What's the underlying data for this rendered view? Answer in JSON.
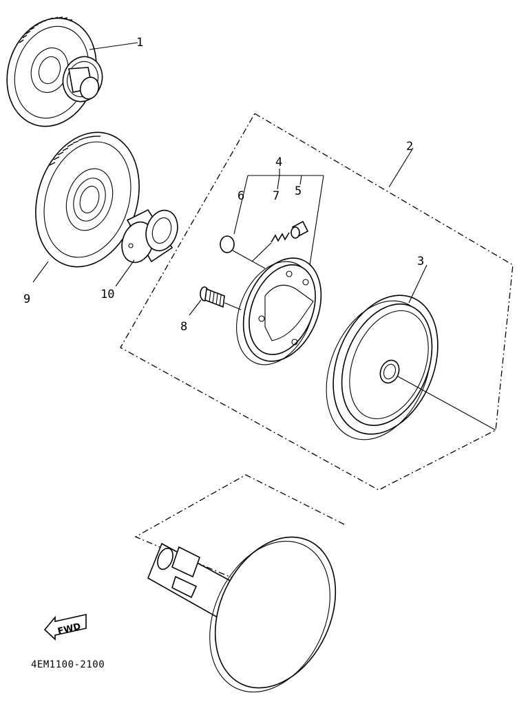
{
  "callouts": {
    "c1": "1",
    "c2": "2",
    "c3": "3",
    "c4": "4",
    "c5": "5",
    "c6": "6",
    "c7": "7",
    "c8": "8",
    "c9": "9",
    "c10": "10"
  },
  "direction_marker": "FWD",
  "diagram_code": "4EM1100-2100"
}
